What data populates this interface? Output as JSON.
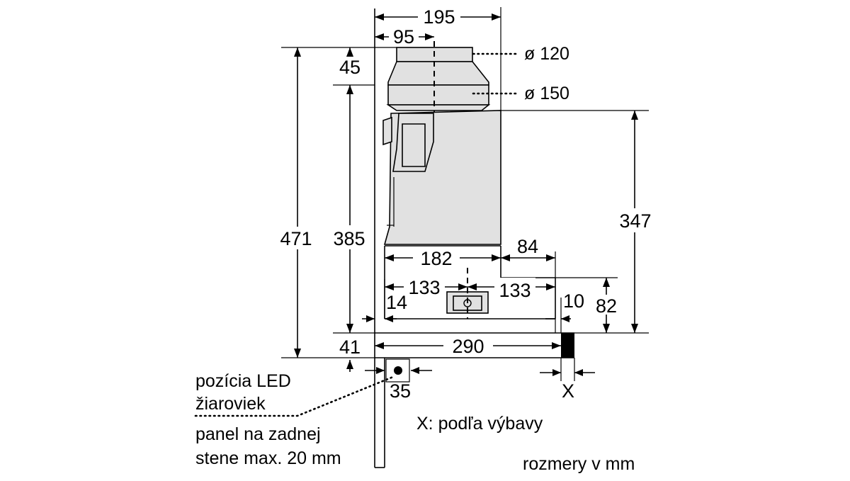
{
  "dimensions": {
    "overall_width": "195",
    "duct_offset": "95",
    "top_height": "45",
    "total_height": "471",
    "body_height": "385",
    "side_height": "347",
    "depth_182": "182",
    "depth_84": "84",
    "left_133": "133",
    "right_133": "133",
    "edge_14": "14",
    "edge_10": "10",
    "height_82": "82",
    "bottom_41": "41",
    "width_290": "290",
    "led_35": "35",
    "var_x": "X"
  },
  "callouts": {
    "duct_120": "ø 120",
    "duct_150": "ø 150"
  },
  "labels": {
    "led_line1": "pozícia LED",
    "led_line2": "žiaroviek",
    "panel_line1": "panel na zadnej",
    "panel_line2": "stene max. 20 mm",
    "x_note": "X: podľa výbavy",
    "units": "rozmery v mm"
  }
}
